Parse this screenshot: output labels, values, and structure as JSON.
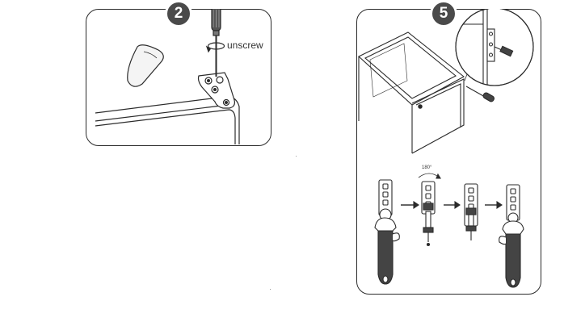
{
  "steps": [
    {
      "number": "2",
      "label": "unscrew"
    },
    {
      "number": "5",
      "rotation_label": "180°"
    }
  ],
  "icons": [
    "screwdriver-icon",
    "hinge-plate-icon",
    "wrench-icon",
    "arrow-right-icon",
    "rotate-arrow-icon"
  ]
}
